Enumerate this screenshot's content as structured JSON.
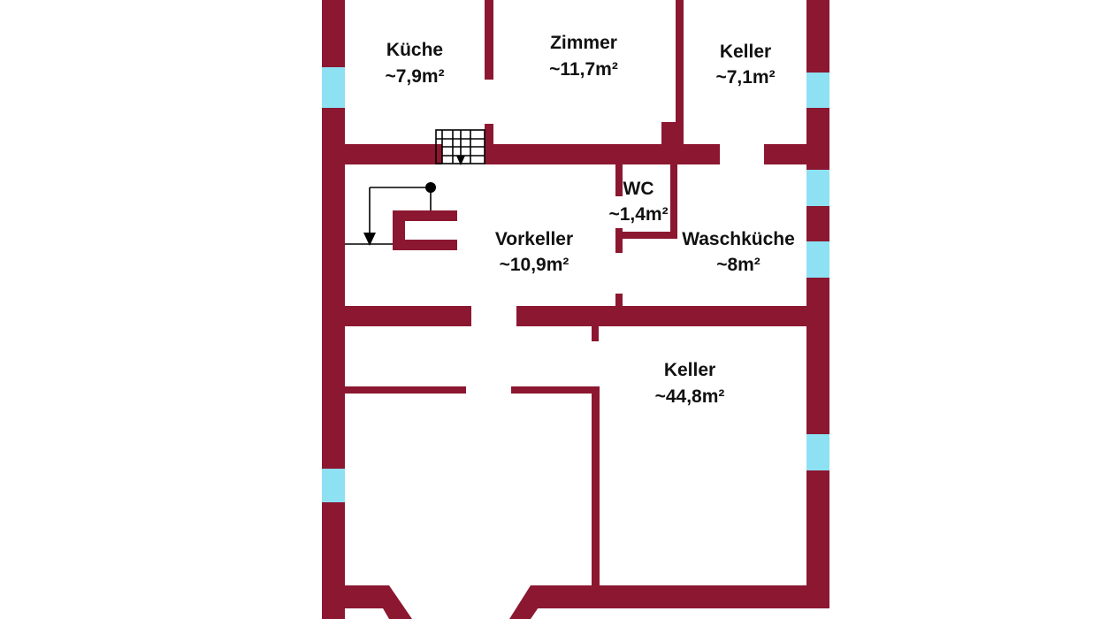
{
  "colors": {
    "wall": "#8c1730",
    "window": "#8ee0f3",
    "text": "#111111"
  },
  "rooms": {
    "kueche": {
      "name": "Küche",
      "area": "~7,9m²"
    },
    "zimmer": {
      "name": "Zimmer",
      "area": "~11,7m²"
    },
    "keller_top": {
      "name": "Keller",
      "area": "~7,1m²"
    },
    "wc": {
      "name": "WC",
      "area": "~1,4m²"
    },
    "vorkeller": {
      "name": "Vorkeller",
      "area": "~10,9m²"
    },
    "waschkueche": {
      "name": "Waschküche",
      "area": "~8m²"
    },
    "keller_big": {
      "name": "Keller",
      "area": "~44,8m²"
    }
  },
  "symbols": [
    "staircase-icon",
    "chimney-icon"
  ]
}
